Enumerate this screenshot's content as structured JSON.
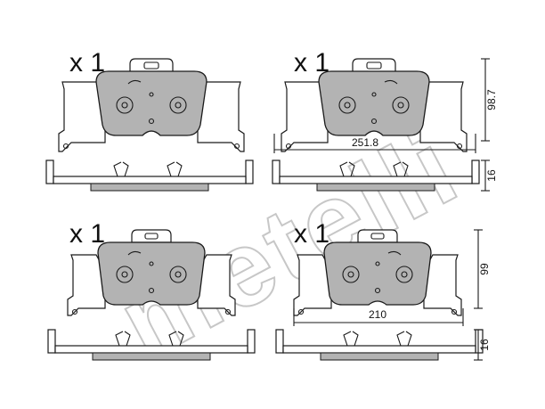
{
  "watermark": "metelli",
  "quantities": [
    "x 1",
    "x 1",
    "x 1",
    "x 1"
  ],
  "dimensions": {
    "top_right_height": "98.7",
    "top_right_width": "251.8",
    "top_right_thickness": "16",
    "bottom_right_height": "99",
    "bottom_right_width": "210",
    "bottom_right_thickness": "16"
  }
}
